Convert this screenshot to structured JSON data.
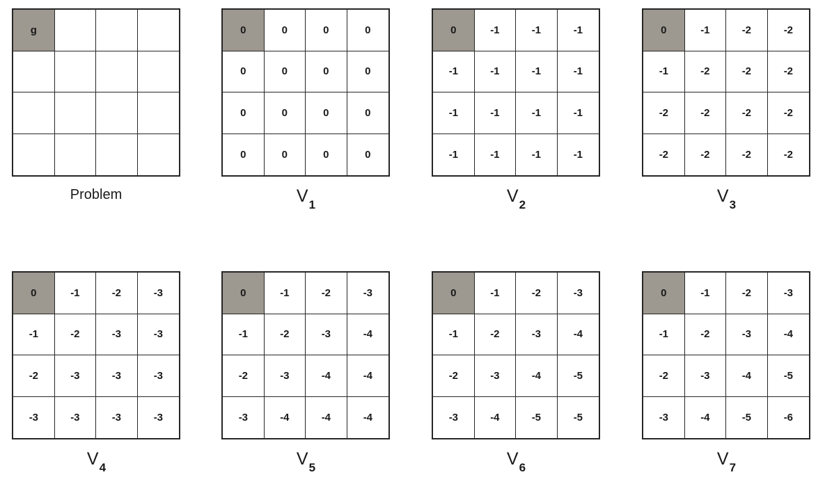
{
  "figure": {
    "title_visible": false,
    "shaded_cell_color": "#9d9890",
    "border_color": "#262626",
    "background_color": "#ffffff",
    "grid_rows": 4,
    "grid_cols": 4,
    "panel_count": 8
  },
  "panels": [
    {
      "id": "problem",
      "caption_kind": "word",
      "caption_text": "Problem",
      "caption_letter": "",
      "caption_subscript": "",
      "shaded_cell": [
        0,
        0
      ],
      "cells": [
        [
          "g",
          "",
          "",
          ""
        ],
        [
          "",
          "",
          "",
          ""
        ],
        [
          "",
          "",
          "",
          ""
        ],
        [
          "",
          "",
          "",
          ""
        ]
      ]
    },
    {
      "id": "v1",
      "caption_kind": "symbol",
      "caption_text": "V1",
      "caption_letter": "V",
      "caption_subscript": "1",
      "shaded_cell": [
        0,
        0
      ],
      "cells": [
        [
          "0",
          "0",
          "0",
          "0"
        ],
        [
          "0",
          "0",
          "0",
          "0"
        ],
        [
          "0",
          "0",
          "0",
          "0"
        ],
        [
          "0",
          "0",
          "0",
          "0"
        ]
      ]
    },
    {
      "id": "v2",
      "caption_kind": "symbol",
      "caption_text": "V2",
      "caption_letter": "V",
      "caption_subscript": "2",
      "shaded_cell": [
        0,
        0
      ],
      "cells": [
        [
          "0",
          "-1",
          "-1",
          "-1"
        ],
        [
          "-1",
          "-1",
          "-1",
          "-1"
        ],
        [
          "-1",
          "-1",
          "-1",
          "-1"
        ],
        [
          "-1",
          "-1",
          "-1",
          "-1"
        ]
      ]
    },
    {
      "id": "v3",
      "caption_kind": "symbol",
      "caption_text": "V3",
      "caption_letter": "V",
      "caption_subscript": "3",
      "shaded_cell": [
        0,
        0
      ],
      "cells": [
        [
          "0",
          "-1",
          "-2",
          "-2"
        ],
        [
          "-1",
          "-2",
          "-2",
          "-2"
        ],
        [
          "-2",
          "-2",
          "-2",
          "-2"
        ],
        [
          "-2",
          "-2",
          "-2",
          "-2"
        ]
      ]
    },
    {
      "id": "v4",
      "caption_kind": "symbol",
      "caption_text": "V4",
      "caption_letter": "V",
      "caption_subscript": "4",
      "shaded_cell": [
        0,
        0
      ],
      "cells": [
        [
          "0",
          "-1",
          "-2",
          "-3"
        ],
        [
          "-1",
          "-2",
          "-3",
          "-3"
        ],
        [
          "-2",
          "-3",
          "-3",
          "-3"
        ],
        [
          "-3",
          "-3",
          "-3",
          "-3"
        ]
      ]
    },
    {
      "id": "v5",
      "caption_kind": "symbol",
      "caption_text": "V5",
      "caption_letter": "V",
      "caption_subscript": "5",
      "shaded_cell": [
        0,
        0
      ],
      "cells": [
        [
          "0",
          "-1",
          "-2",
          "-3"
        ],
        [
          "-1",
          "-2",
          "-3",
          "-4"
        ],
        [
          "-2",
          "-3",
          "-4",
          "-4"
        ],
        [
          "-3",
          "-4",
          "-4",
          "-4"
        ]
      ]
    },
    {
      "id": "v6",
      "caption_kind": "symbol",
      "caption_text": "V6",
      "caption_letter": "V",
      "caption_subscript": "6",
      "shaded_cell": [
        0,
        0
      ],
      "cells": [
        [
          "0",
          "-1",
          "-2",
          "-3"
        ],
        [
          "-1",
          "-2",
          "-3",
          "-4"
        ],
        [
          "-2",
          "-3",
          "-4",
          "-5"
        ],
        [
          "-3",
          "-4",
          "-5",
          "-5"
        ]
      ]
    },
    {
      "id": "v7",
      "caption_kind": "symbol",
      "caption_text": "V7",
      "caption_letter": "V",
      "caption_subscript": "7",
      "shaded_cell": [
        0,
        0
      ],
      "cells": [
        [
          "0",
          "-1",
          "-2",
          "-3"
        ],
        [
          "-1",
          "-2",
          "-3",
          "-4"
        ],
        [
          "-2",
          "-3",
          "-4",
          "-5"
        ],
        [
          "-3",
          "-4",
          "-5",
          "-6"
        ]
      ]
    }
  ],
  "layout": {
    "column_x": [
      17,
      318,
      620,
      922
    ],
    "row_y": [
      12,
      390
    ]
  }
}
